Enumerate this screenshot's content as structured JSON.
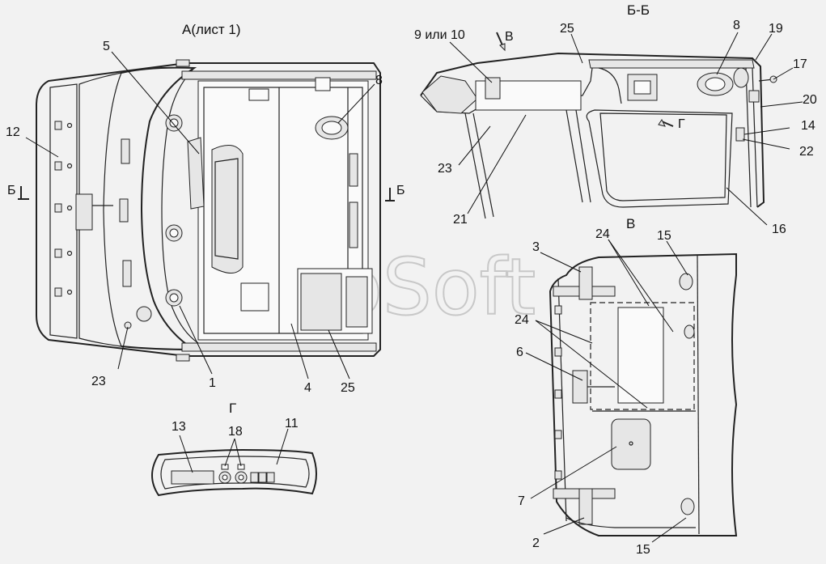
{
  "views": {
    "a": "А(лист 1)",
    "bb": "Б-Б",
    "v": "В",
    "g": "Г"
  },
  "section_marks": {
    "left": "Б",
    "right": "Б"
  },
  "view_arrows": {
    "v": "В",
    "g": "Г"
  },
  "watermark": "AutoSoft",
  "callouts": {
    "a": [
      "5",
      "8",
      "12",
      "23",
      "1",
      "4",
      "25"
    ],
    "bb": [
      "9 или 10",
      "25",
      "8",
      "19",
      "17",
      "20",
      "14",
      "22",
      "16",
      "23",
      "21"
    ],
    "v": [
      "3",
      "24",
      "15",
      "24",
      "6",
      "7",
      "2",
      "15"
    ],
    "g": [
      "13",
      "18",
      "11"
    ]
  }
}
